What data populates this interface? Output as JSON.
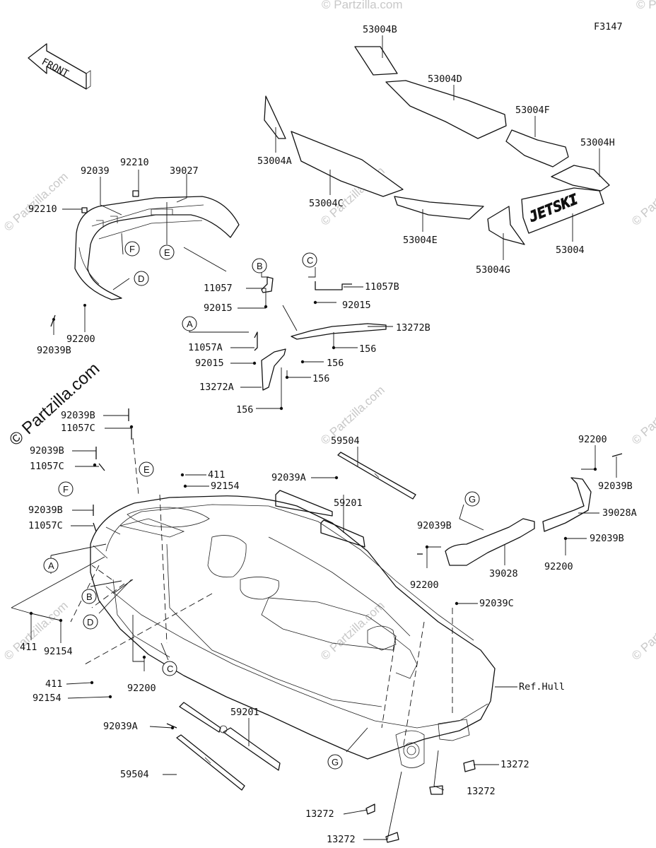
{
  "figure_code": "F3147",
  "front_arrow": "FRONT",
  "watermark": "© Partzilla.com",
  "watermark_bold": "© Partzilla.com",
  "decal_logo": "JETSKI",
  "labels": {
    "p53004B": "53004B",
    "p53004D": "53004D",
    "p53004F": "53004F",
    "p53004H": "53004H",
    "p53004A": "53004A",
    "p53004C": "53004C",
    "p53004E": "53004E",
    "p53004G": "53004G",
    "p53004": "53004",
    "p92039_top": "92039",
    "p92210_a": "92210",
    "p39027": "39027",
    "p92210_b": "92210",
    "p92200_a": "92200",
    "p92039B_a": "92039B",
    "p11057": "11057",
    "p92015_a": "92015",
    "p11057B": "11057B",
    "p92015_b": "92015",
    "p13272B": "13272B",
    "p156_a": "156",
    "p156_b": "156",
    "p11057A": "11057A",
    "p92015_c": "92015",
    "p156_c": "156",
    "p13272A": "13272A",
    "p156_d": "156",
    "p92039B_b": "92039B",
    "p11057C_a": "11057C",
    "p92039B_c": "92039B",
    "p11057C_b": "11057C",
    "p411_a": "411",
    "p92154_a": "92154",
    "p92039B_d": "92039B",
    "p11057C_c": "11057C",
    "p59504_a": "59504",
    "p92039A_a": "92039A",
    "p59201_a": "59201",
    "p92200_b": "92200",
    "p92039B_e": "92039B",
    "p39028A": "39028A",
    "p92039B_f": "92039B",
    "p92039B_g": "92039B",
    "p92200_c": "92200",
    "p39028": "39028",
    "p92200_d": "92200",
    "p92039C": "92039C",
    "p411_b": "411",
    "p92154_b": "92154",
    "p92200_e": "92200",
    "p411_c": "411",
    "p92154_c": "92154",
    "p_refhull": "Ref.Hull",
    "p92039A_b": "92039A",
    "p59201_b": "59201",
    "p59504_b": "59504",
    "p13272_a": "13272",
    "p13272_b": "13272",
    "p13272_c": "13272",
    "p13272_d": "13272"
  },
  "callouts": {
    "A1": "A",
    "A2": "A",
    "B1": "B",
    "B2": "B",
    "C1": "C",
    "C2": "C",
    "D1": "D",
    "D2": "D",
    "E1": "E",
    "E2": "E",
    "F1": "F",
    "F2": "F",
    "G1": "G",
    "G2": "G"
  }
}
